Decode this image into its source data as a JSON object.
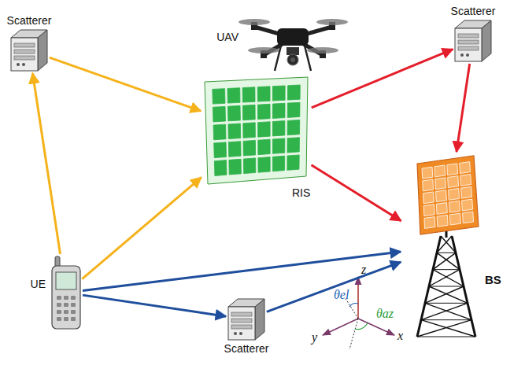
{
  "diagram": {
    "nodes": [
      {
        "text": [
          "Scatterer"
        ]
      },
      {
        "text": [
          "UAV"
        ]
      },
      {
        "text": [
          "Scatterer"
        ]
      },
      {
        "text": [
          "RIS"
        ]
      },
      {
        "text": [
          "UE"
        ]
      },
      {
        "text": [
          "BS"
        ]
      },
      {
        "text": [
          "Scatterer"
        ]
      }
    ],
    "edges": [
      {
        "from": 4,
        "to": 0,
        "arrow": "to"
      },
      {
        "from": 0,
        "to": 3,
        "arrow": "to"
      },
      {
        "from": 4,
        "to": 3,
        "arrow": "to"
      },
      {
        "from": 3,
        "to": 2,
        "arrow": "to"
      },
      {
        "from": 2,
        "to": 5,
        "arrow": "to"
      },
      {
        "from": 3,
        "to": 5,
        "arrow": "to"
      },
      {
        "from": 4,
        "to": 5,
        "arrow": "to"
      },
      {
        "from": 4,
        "to": 6,
        "arrow": "to"
      },
      {
        "from": 6,
        "to": 5,
        "arrow": "to"
      }
    ],
    "labels": [
      "z",
      "y",
      "x",
      "θel",
      "θaz"
    ]
  }
}
